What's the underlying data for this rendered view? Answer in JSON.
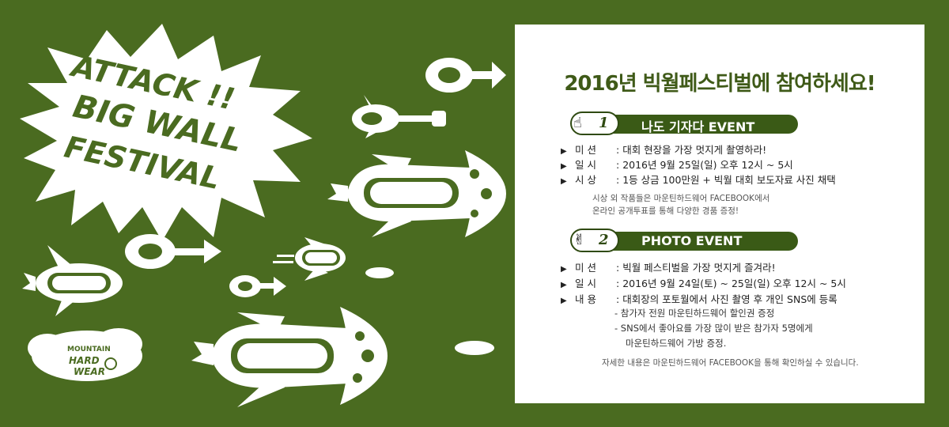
{
  "banner": {
    "title_lines": [
      "ATTACK !!",
      "BIG WALL",
      "FESTIVAL"
    ],
    "logo": [
      "MOUNTAIN",
      "HARD",
      "WEAR"
    ]
  },
  "panel": {
    "headline": "2016년 빅월페스티벌에 참여하세요!",
    "event1": {
      "number": "1",
      "title": "나도 기자다 EVENT",
      "rows": [
        {
          "label": "미 션",
          "value": "대회 현장을 가장 멋지게 촬영하라!"
        },
        {
          "label": "일 시",
          "value": "2016년 9월 25일(일) 오후 12시 ~ 5시"
        },
        {
          "label": "시 상",
          "value": "1등 상금 100만원 + 빅월 대회 보도자료 사진 채택"
        }
      ],
      "note_lines": [
        "시상 외 작품들은 마운틴하드웨어 FACEBOOK에서",
        "온라인 공개투표를 통해 다양한 경품 증정!"
      ]
    },
    "event2": {
      "number": "2",
      "title": "PHOTO EVENT",
      "rows": [
        {
          "label": "미 션",
          "value": "빅월 페스티벌을 가장 멋지게 즐겨라!"
        },
        {
          "label": "일 시",
          "value": "2016년 9월 24일(토) ~ 25일(일) 오후 12시 ~ 5시"
        },
        {
          "label": "내 용",
          "value": "대회장의 포토월에서 사진 촬영 후 개인 SNS에 등록"
        }
      ],
      "sub_lines": [
        "- 참가자 전원 마운틴하드웨어 할인권 증정",
        "- SNS에서 좋아요를 가장 많이 받은 참가자 5명에게",
        "마운틴하드웨어 가방 증정."
      ],
      "note": "자세한 내용은 마운틴하드웨어 FACEBOOK을 통해 확인하실 수 있습니다."
    }
  },
  "colors": {
    "background": "#4a6b20",
    "accent": "#3a5a16",
    "panel": "#ffffff"
  }
}
